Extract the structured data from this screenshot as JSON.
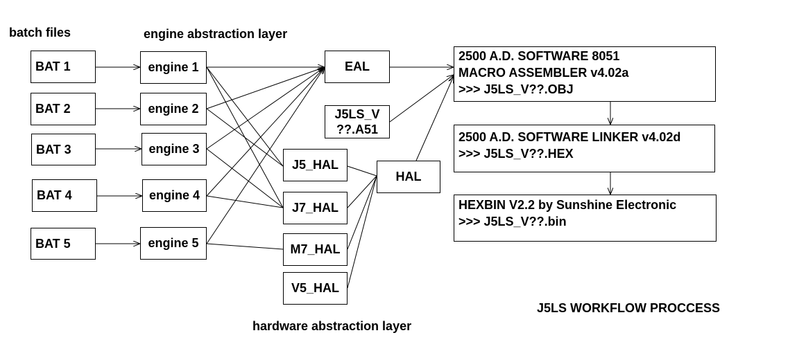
{
  "labels": {
    "batch_files": "batch files",
    "engine_layer": "engine abstraction layer",
    "hardware_layer": "hardware abstraction layer",
    "workflow_title": "J5LS WORKFLOW PROCCESS"
  },
  "bat": [
    "BAT 1",
    "BAT 2",
    "BAT 3",
    "BAT 4",
    "BAT 5"
  ],
  "engines": [
    "engine 1",
    "engine 2",
    "engine 3",
    "engine 4",
    "engine 5"
  ],
  "eal": "EAL",
  "source": {
    "line1": "J5LS_V",
    "line2": "??.A51"
  },
  "hals": [
    "J5_HAL",
    "J7_HAL",
    "M7_HAL",
    "V5_HAL"
  ],
  "hal": "HAL",
  "assembler": {
    "line1": "2500 A.D. SOFTWARE 8051",
    "line2": "MACRO ASSEMBLER v4.02a",
    "line3": ">>> J5LS_V??.OBJ"
  },
  "linker": {
    "line1": "2500 A.D. SOFTWARE LINKER v4.02d",
    "line2": ">>> J5LS_V??.HEX"
  },
  "hexbin": {
    "line1": "HEXBIN V2.2 by Sunshine Electronic",
    "line2": ">>> J5LS_V??.bin"
  }
}
